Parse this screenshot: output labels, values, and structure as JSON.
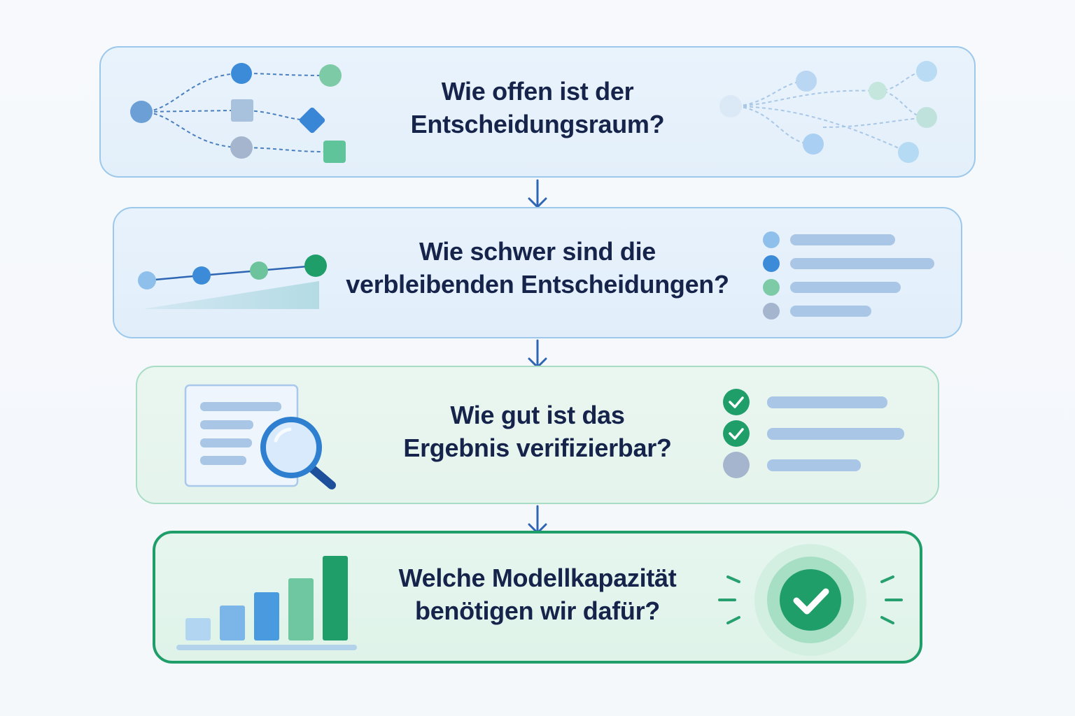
{
  "steps": [
    {
      "line1": "Wie offen ist der",
      "line2": "Entscheidungsraum?"
    },
    {
      "line1": "Wie schwer sind die",
      "line2": "verbleibenden Entscheidungen?"
    },
    {
      "line1": "Wie gut ist das",
      "line2": "Ergebnis verifizierbar?"
    },
    {
      "line1": "Welche Modellkapazität",
      "line2": "benötigen wir dafür?"
    }
  ],
  "colors": {
    "text": "#16234a",
    "blue": "#3b82d0",
    "green": "#1f9e6a",
    "arrow": "#2f66b3"
  },
  "icons": [
    "decision-tree-icon",
    "faded-decision-tree-icon",
    "difficulty-line-icon",
    "bullet-list-icon",
    "document-search-icon",
    "checklist-icon",
    "capacity-bar-chart-icon",
    "success-check-icon"
  ]
}
